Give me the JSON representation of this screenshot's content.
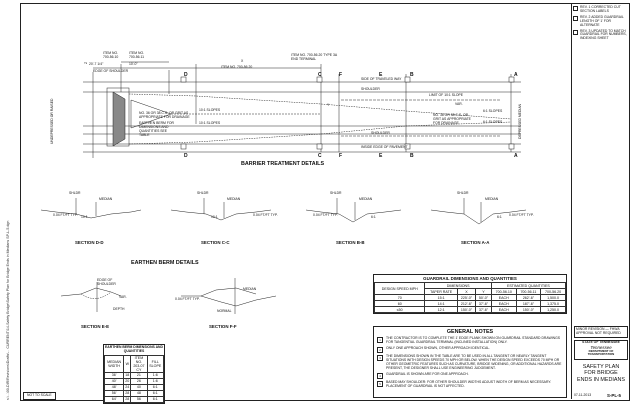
{
  "sidebar_path": "s:\\...\\00-DIR\\Revisions\\Drafts\\... CURRENT\\14-Safety Bridge\\Safety Plan for Bridge Ends in Medians SP-L-5.dgn",
  "revisions": [
    {
      "label": "REV. 1",
      "text": "CORRECTED CUT SECTION LABELS"
    },
    {
      "label": "REV. 2",
      "text": "ADDED GUARDRAIL LENGTH OF 1' FOR ALTERNATE"
    },
    {
      "label": "REV. 3",
      "text": "UPDATED TO MATCH GUARDRAIL FOR NUMBERS, INDEXING SHEET"
    }
  ],
  "plan": {
    "title": "BARRIER TREATMENT DETAILS",
    "labels": {
      "item_left": "ITEM NO. 700-56.10",
      "item_mid": "ITEM NO. 700-56.11",
      "item_term": "ITEM NO. 700-56.20",
      "item_terminal": "ITEM NO. 700-56.20 TYPE 3A END TERMINAL",
      "edge_shoulder": "EDGE OF SHOULDER",
      "side_traveled": "SIDE OF TRAVELED WAY",
      "shoulder": "SHOULDER",
      "inside_edge": "INSIDE EDGE OF PAVEMENT",
      "limit_lane": "LIMIT OF 10:1 SLOPE",
      "median_hatch": "UNDEPRESSED OR RAISED",
      "depressed_median": "DEPRESSED MEDIAN",
      "slope_a": "10:1 SLOPES",
      "slope_b": "10:1 SLOPES",
      "slope_c": "6:1 SLOPES",
      "slope_d": "6:1 SLOPES",
      "no_cut": "NO. 36 OR 38 C.S. OR GRIT AS APPROPRIATE FOR DRAINAGE",
      "earthen": "EARTHEN BERM FOR DIMENSIONS AND QUANTITIES SEE TABLE",
      "width_z": "Z",
      "width_x": "X",
      "width_y": "Y",
      "dim_20": "20'-7 1/4\"",
      "dim_10": "10'-0\""
    },
    "cuts": [
      "A",
      "B",
      "C",
      "D",
      "E",
      "F"
    ]
  },
  "sections_top": [
    {
      "label": "SECTION D-D",
      "shldr": "SHLDR",
      "median": "MEDIAN",
      "slope": "10:1",
      "typ": "0.04 FT/FT TYP."
    },
    {
      "label": "SECTION C-C",
      "shldr": "SHLDR",
      "median": "MEDIAN",
      "slope": "10:1",
      "typ": "0.04 FT/FT TYP."
    },
    {
      "label": "SECTION B-B",
      "shldr": "SHLDR",
      "median": "MEDIAN",
      "slope": "6:1",
      "typ": "0.04 FT/FT TYP."
    },
    {
      "label": "SECTION A-A",
      "shldr": "SHLDR",
      "median": "MEDIAN",
      "slope": "6:1",
      "typ": "0.04 FT/FT TYP."
    }
  ],
  "berm": {
    "title": "EARTHEN BERM DETAILS",
    "section_e": {
      "label": "SECTION E-E",
      "edge": "EDGE OF SHOULDER",
      "vary": "VAR.",
      "depth": "DEPTH"
    },
    "section_f": {
      "label": "SECTION F-F",
      "typ": "0.04 FT/FT TYP.",
      "median": "MEDIAN",
      "normal": "NORMAL"
    }
  },
  "berm_table": {
    "title": "EARTHEN BERM DIMENSIONS AND QUANTITIES",
    "headers": [
      "MEDIAN WIDTH",
      "W",
      "ITEM NO. 203-07 CY",
      "FILL SLOPE"
    ],
    "rows": [
      [
        "36'",
        "18",
        "21",
        "1:6"
      ],
      [
        "40'",
        "20",
        "26",
        "1:6"
      ],
      [
        "48'",
        "24",
        "40",
        "6:1"
      ],
      [
        "56'",
        "28",
        "48",
        "6:1"
      ],
      [
        "64'",
        "28",
        "56",
        "6:1"
      ]
    ]
  },
  "guard_table": {
    "title": "GUARDRAIL DIMENSIONS AND QUANTITIES",
    "group_dim": "DIMENSIONS",
    "group_qty": "ESTIMATED QUANTITIES",
    "headers": [
      "DESIGN SPEED MPH",
      "TAPER RATE",
      "X",
      "Y",
      "700-56.10",
      "700-56.11",
      "700-56.20"
    ],
    "units": [
      "",
      "",
      "",
      "",
      "EACH",
      "EACH",
      "L.F."
    ],
    "rows": [
      [
        "70",
        "15:1",
        "225'-0\"",
        "50'-0\"",
        "EACH",
        "262'-6\"",
        "1,500.0"
      ],
      [
        "60",
        "14:1",
        "212'-6\"",
        "37'-6\"",
        "EACH",
        "187'-6\"",
        "1,375.0"
      ],
      [
        "≤50",
        "12:1",
        "150'-0\"",
        "37'-6\"",
        "EACH",
        "150'-0\"",
        "1,250.0"
      ]
    ]
  },
  "notes": {
    "title": "GENERAL NOTES",
    "items": [
      {
        "n": "1",
        "text": "THE CONTRACTOR IS TO COMPLETE THE 1' EDGE PLANK SHOWN ON GUARDRAIL STANDARD DRAWINGS FOR TANGENTIAL GUARDRAIL TERMINAL (INCLINED INSTALLATION) ONLY."
      },
      {
        "n": "2",
        "text": "ONLY ONE APPROACH SHOWN, OTHER APPROACH IDENTICAL."
      },
      {
        "n": "3",
        "text": "THE DIMENSIONS SHOWN IN THE TABLE ARE TO BE USED IN ALL TANGENT OR NEARLY TANGENT SITUATIONS WITH DESIGN SPEEDS 70 MPH OR BELOW. WHEN THE DESIGN SPEED EXCEEDS 70 MPH OR OTHER GEOMETRIC FEATURES SUCH AS CURVATURE, BRIDGE WIDENING, OR ADDITIONAL HAZARDS ARE PRESENT, THE DESIGNER SHALL USE ENGINEERING JUDGEMENT."
      },
      {
        "n": "4",
        "text": "GUARDRAIL IS SHOWN ARE FOR ONE APPROACH."
      },
      {
        "n": "5",
        "text": "BASED MAY SHOULDER: FOR OTHER SHOULDER WIDTHS ADJUST WIDTH OF BERM AS NECESSARY. PLACEMENT OF GUARDRAIL IS NOT AFFECTED."
      }
    ]
  },
  "approval": {
    "line1": "MINOR REVISION — FHWA",
    "line2": "APPROVAL NOT REQUIRED"
  },
  "agency": {
    "state": "STATE OF TENNESSEE",
    "dept": "DEPARTMENT OF TRANSPORTATION",
    "logo": "Tennessee"
  },
  "title_block": {
    "l1": "SAFETY PLAN",
    "l2": "FOR BRIDGE",
    "l3": "ENDS IN MEDIANS"
  },
  "date": "07-11-2013",
  "sheet": "S-PL-5",
  "not_to_scale": "NOT TO SCALE"
}
